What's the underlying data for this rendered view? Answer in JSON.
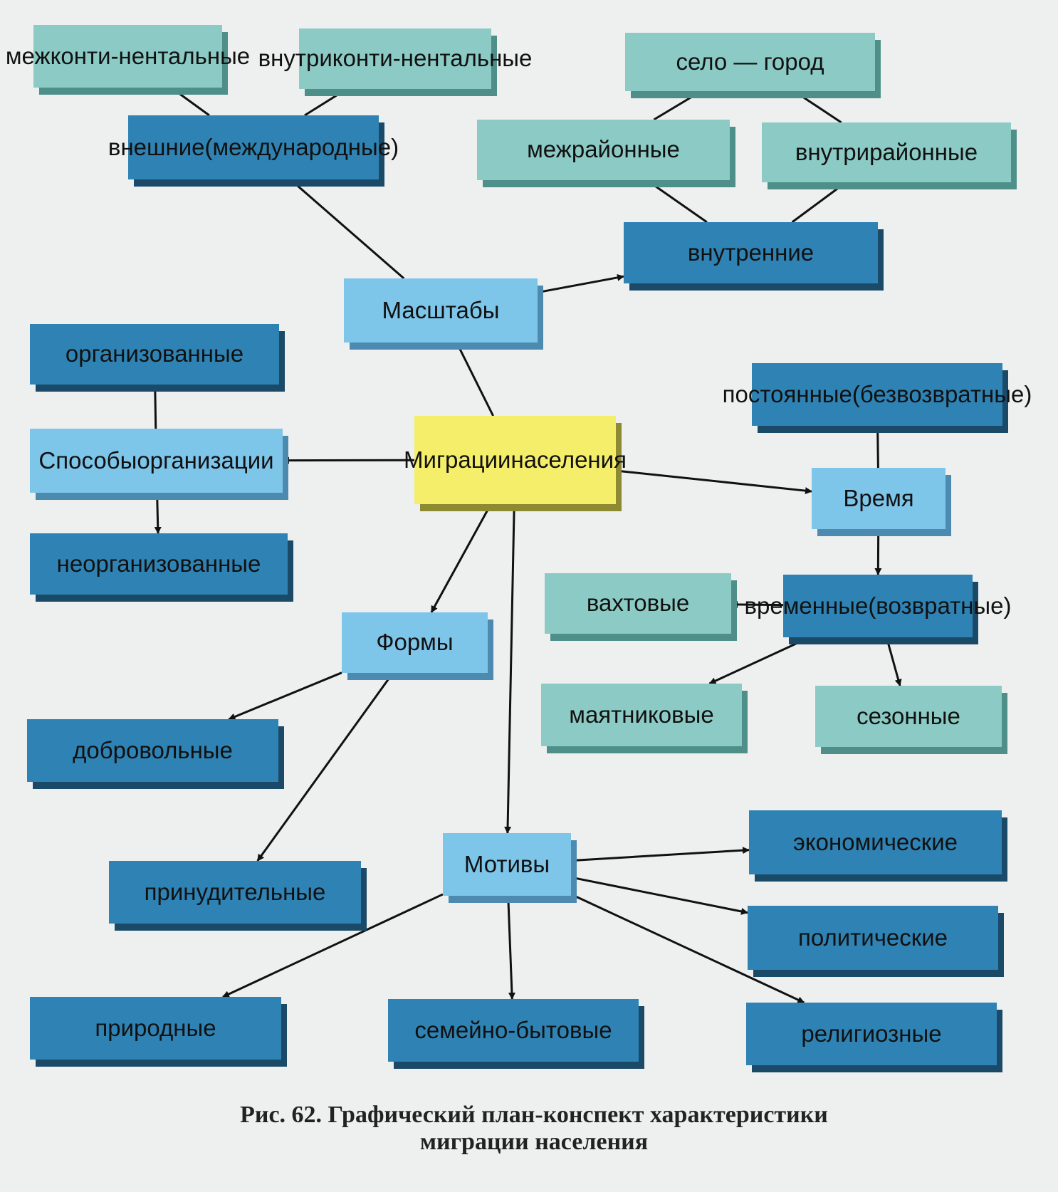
{
  "nodes": {
    "center": [
      "Миграции",
      "населения"
    ],
    "scales": [
      "Масштабы"
    ],
    "external": [
      "внешние",
      "(международные)"
    ],
    "intercontinental": [
      "межконти-",
      "нентальные"
    ],
    "intracontinental": [
      "внутриконти-",
      "нентальные"
    ],
    "internal": [
      "внутренние"
    ],
    "interregional": [
      "межрайонные"
    ],
    "intraregional": [
      "внутрирайонные"
    ],
    "village_city": [
      "село — город"
    ],
    "organization": [
      "Способы",
      "организации"
    ],
    "organized": [
      "организованные"
    ],
    "unorganized": [
      "неорганизованные"
    ],
    "time": [
      "Время"
    ],
    "permanent": [
      "постоянные",
      "(безвозвратные)"
    ],
    "temporary": [
      "временные",
      "(возвратные)"
    ],
    "shift": [
      "вахтовые"
    ],
    "pendulum": [
      "маятниковые"
    ],
    "seasonal": [
      "сезонные"
    ],
    "forms": [
      "Формы"
    ],
    "voluntary": [
      "добровольные"
    ],
    "forced": [
      "принудительные"
    ],
    "motives": [
      "Мотивы"
    ],
    "economic": [
      "экономические"
    ],
    "political": [
      "политические"
    ],
    "religious": [
      "религиозные"
    ],
    "family": [
      "семейно-бытовые"
    ],
    "natural": [
      "природные"
    ]
  },
  "edges": [
    [
      "center",
      "scales"
    ],
    [
      "center",
      "organization"
    ],
    [
      "center",
      "time"
    ],
    [
      "center",
      "forms"
    ],
    [
      "center",
      "motives"
    ],
    [
      "scales",
      "external"
    ],
    [
      "scales",
      "internal"
    ],
    [
      "external",
      "intercontinental"
    ],
    [
      "external",
      "intracontinental"
    ],
    [
      "internal",
      "interregional"
    ],
    [
      "internal",
      "intraregional"
    ],
    [
      "interregional",
      "village_city"
    ],
    [
      "intraregional",
      "village_city"
    ],
    [
      "organization",
      "organized"
    ],
    [
      "organization",
      "unorganized"
    ],
    [
      "time",
      "permanent"
    ],
    [
      "time",
      "temporary"
    ],
    [
      "temporary",
      "shift"
    ],
    [
      "temporary",
      "pendulum"
    ],
    [
      "temporary",
      "seasonal"
    ],
    [
      "forms",
      "voluntary"
    ],
    [
      "forms",
      "forced"
    ],
    [
      "motives",
      "economic"
    ],
    [
      "motives",
      "political"
    ],
    [
      "motives",
      "religious"
    ],
    [
      "motives",
      "family"
    ],
    [
      "motives",
      "natural"
    ]
  ],
  "caption": [
    "Рис. 62. Графический план-конспект характеристики",
    "миграции населения"
  ]
}
